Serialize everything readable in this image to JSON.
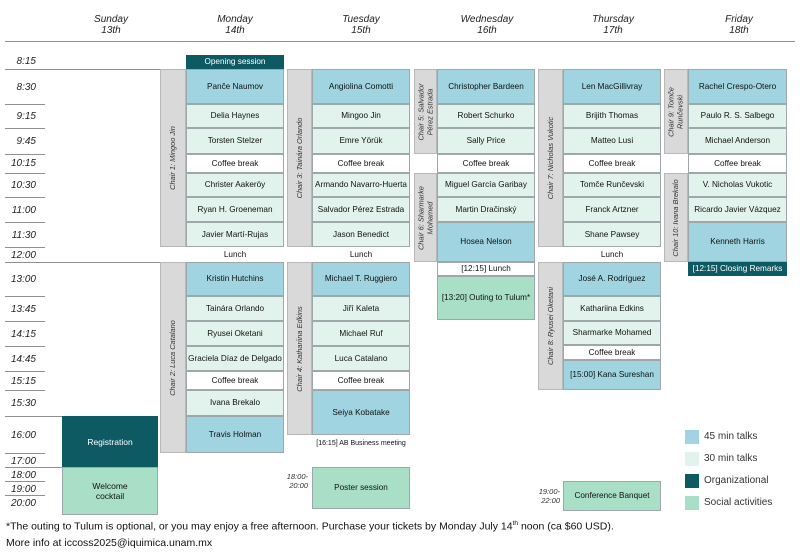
{
  "days": [
    {
      "name": "Sunday",
      "date": "13th"
    },
    {
      "name": "Monday",
      "date": "14th"
    },
    {
      "name": "Tuesday",
      "date": "15th"
    },
    {
      "name": "Wednesday",
      "date": "16th"
    },
    {
      "name": "Thursday",
      "date": "17th"
    },
    {
      "name": "Friday",
      "date": "18th"
    }
  ],
  "times": [
    "8:15",
    "8:30",
    "9:15",
    "9:45",
    "10:15",
    "10:30",
    "11:00",
    "11:30",
    "12:00",
    "13:00",
    "13:45",
    "14:15",
    "14:45",
    "15:15",
    "15:30",
    "16:00",
    "17:00",
    "18:00",
    "19:00",
    "20:00"
  ],
  "monday": {
    "opening": "Opening session",
    "chair1": "Chair 1: Mingoo Jin",
    "chair2": "Chair 2: Luca Catalano",
    "t1": "Panče Naumov",
    "t2": "Delia Haynes",
    "t3": "Torsten Stelzer",
    "cb1": "Coffee break",
    "t4": "Christer Aakeröy",
    "t5": "Ryan H. Groeneman",
    "t6": "Javier Martí-Rujas",
    "lunch": "Lunch",
    "t7": "Kristin Hutchins",
    "t8": "Tainára Orlando",
    "t9": "Ryusei Oketani",
    "t10": "Graciela Díaz de Delgado",
    "cb2": "Coffee break",
    "t11": "Ivana Brekalo",
    "t12": "Travis Holman"
  },
  "tuesday": {
    "chair3": "Chair 3: Tainára Orlando",
    "chair4": "Chair 4: Kathariina Edkins",
    "t1": "Angiolina Comotti",
    "t2": "Mingoo Jin",
    "t3": "Emre Yörük",
    "cb1": "Coffee break",
    "t4": "Armando Navarro-Huerta",
    "t5": "Salvador Pérez Estrada",
    "t6": "Jason Benedict",
    "lunch": "Lunch",
    "t7": "Michael T. Ruggiero",
    "t8": "Jiří Kaleta",
    "t9": "Michael Ruf",
    "t10": "Luca Catalano",
    "cb2": "Coffee break",
    "t11": "Seiya Kobatake",
    "ab": "[16:15] AB Business meeting",
    "poster_time": "18:00-\n20:00",
    "poster": "Poster session"
  },
  "wednesday": {
    "chair5": "Chair 5: Salvador\nPérez Estrada",
    "chair6": "Chair 6: Sharmarke\nMohamed",
    "t1": "Christopher Bardeen",
    "t2": "Robert Schurko",
    "t3": "Sally Price",
    "cb1": "Coffee break",
    "t4": "Miguel García Garibay",
    "t5": "Martin Dračinský",
    "t6": "Hosea Nelson",
    "lunch": "[12:15] Lunch",
    "outing": "[13:20] Outing to Tulum*"
  },
  "thursday": {
    "chair7": "Chair 7: Nicholas Vukotic",
    "chair8": "Chair 8: Ryusei Oketani",
    "t1": "Len MacGillivray",
    "t2": "Brijith Thomas",
    "t3": "Matteo Lusi",
    "cb1": "Coffee break",
    "t4": "Tomče Runčevski",
    "t5": "Franck Artzner",
    "t6": "Shane Pawsey",
    "lunch": "Lunch",
    "t7": "José A. Rodríguez",
    "t8": "Kathariina Edkins",
    "t9": "Sharmarke Mohamed",
    "cb2": "Coffee break",
    "t10": "[15:00] Kana Sureshan",
    "banquet_time": "19:00-\n22:00",
    "banquet": "Conference Banquet"
  },
  "friday": {
    "chair9": "Chair 9: Tomče\nRunčevski",
    "chair10": "Chair 10: Ivana Brekalo",
    "t1": "Rachel Crespo-Otero",
    "t2": "Paulo R. S. Salbego",
    "t3": "Michael Anderson",
    "cb1": "Coffee break",
    "t4": "V. Nicholas Vukotic",
    "t5": "Ricardo Javier Vázquez",
    "t6": "Kenneth Harris",
    "closing": "[12:15] Closing Remarks"
  },
  "sunday": {
    "registration": "Registration",
    "welcome": "Welcome\ncocktail"
  },
  "legend": {
    "l45": "45 min talks",
    "l30": "30 min talks",
    "lorg": "Organizational",
    "lsoc": "Social activities"
  },
  "colors": {
    "talk45": "#9fd4e0",
    "talk30": "#e1f3ec",
    "organizational": "#0d5a63",
    "social": "#a8dfc6",
    "chair": "#d9d9d9"
  },
  "footer": {
    "note_a": "*The outing to Tulum is optional, or you may enjoy a free afternoon. Purchase your tickets by Monday July 14",
    "note_sup": "th",
    "note_b": " noon (ca $60 USD).",
    "info": "More info at iccoss2025@iquimica.unam.mx"
  }
}
